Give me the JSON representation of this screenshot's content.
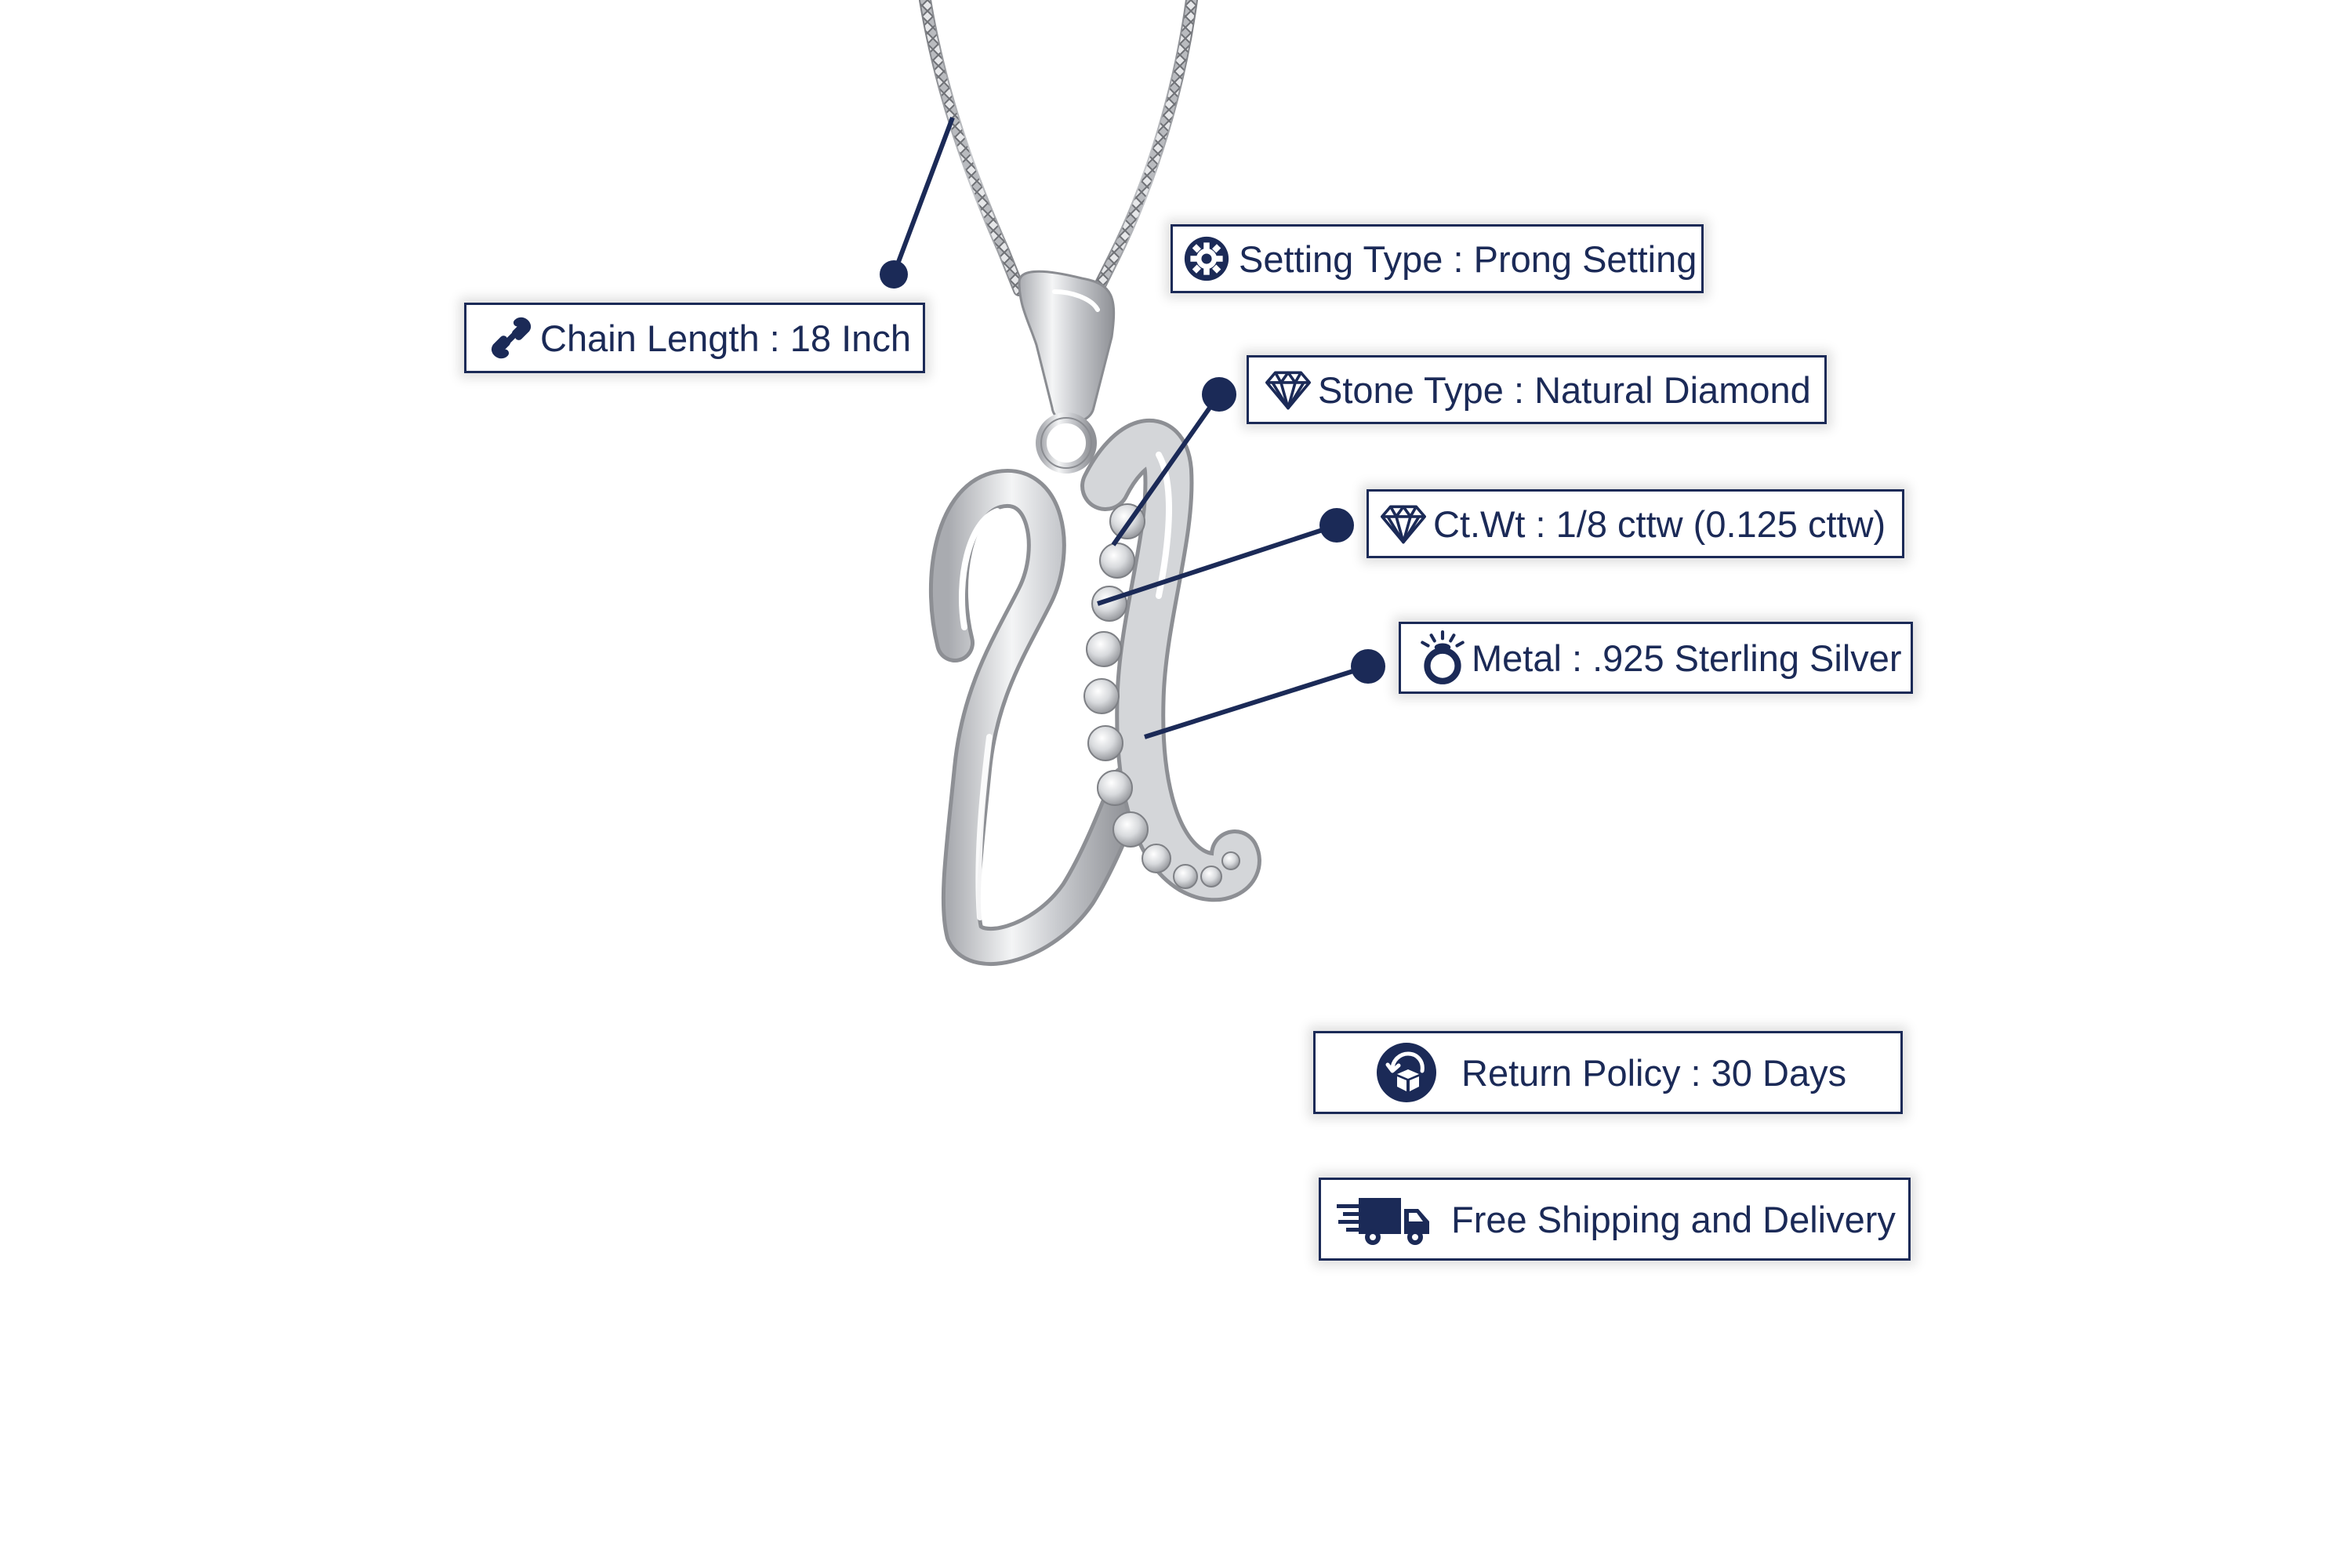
{
  "colors": {
    "accent": "#1b2a57",
    "background": "#ffffff",
    "metal": "#d9dadc"
  },
  "callouts": {
    "chain_length": {
      "text": "Chain Length : 18 Inch",
      "icon": "chain-link-icon"
    },
    "setting_type": {
      "text": "Setting Type : Prong Setting",
      "icon": "gear-icon"
    },
    "stone_type": {
      "text": "Stone Type : Natural Diamond",
      "icon": "diamond-icon"
    },
    "carat_weight": {
      "text": "Ct.Wt : 1/8 cttw (0.125 cttw)",
      "icon": "diamond-icon"
    },
    "metal": {
      "text": "Metal : .925 Sterling Silver",
      "icon": "ring-icon"
    }
  },
  "policies": {
    "return_policy": {
      "text": "Return Policy : 30 Days",
      "icon": "return-box-icon"
    },
    "shipping": {
      "text": "Free Shipping and Delivery",
      "icon": "delivery-truck-icon"
    }
  }
}
